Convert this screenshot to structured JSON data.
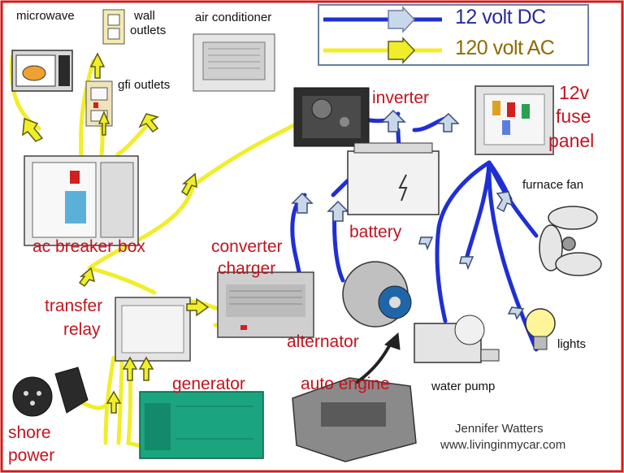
{
  "legend": {
    "dc_label": "12 volt DC",
    "ac_label": "120 volt AC",
    "dc_color": "#1f2fd6",
    "ac_color": "#f0ee2a"
  },
  "components": {
    "microwave": "microwave",
    "wall_outlets_line1": "wall",
    "wall_outlets_line2": "outlets",
    "air_conditioner": "air conditioner",
    "gfi_outlets": "gfi outlets",
    "inverter": "inverter",
    "fuse_panel_line1": "12v",
    "fuse_panel_line2": "fuse",
    "fuse_panel_line3": "panel",
    "furnace_fan": "furnace fan",
    "battery": "battery",
    "ac_breaker_box": "ac breaker box",
    "converter_line1": "converter",
    "converter_line2": "charger",
    "transfer_line1": "transfer",
    "transfer_line2": "relay",
    "alternator": "alternator",
    "lights": "lights",
    "water_pump": "water pump",
    "generator": "generator",
    "auto_engine": "auto engine",
    "shore_line1": "shore",
    "shore_line2": "power"
  },
  "credit": {
    "author": "Jennifer Watters",
    "website": "www.livinginmycar.com"
  },
  "colors": {
    "frame": "#d51a1a",
    "label_red": "#c0151f",
    "generator_green": "#1aa57f",
    "arrow_fill": "#c9d8e8"
  }
}
